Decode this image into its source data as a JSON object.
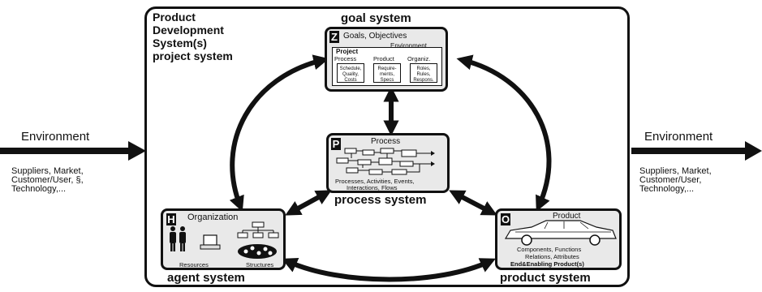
{
  "env_left": {
    "title": "Environment",
    "line1": "Suppliers, Market,",
    "line2": "Customer/User, §,",
    "line3": "Technology,..."
  },
  "env_right": {
    "title": "Environment",
    "line1": "Suppliers, Market,",
    "line2": "Customer/User,",
    "line3": "Technology,..."
  },
  "frame": {
    "title1": "Product",
    "title2": "Development",
    "title3": "System(s)",
    "title4": "project system"
  },
  "goal": {
    "system_label": "goal system",
    "letter": "Z",
    "heading": "Goals, Objectives",
    "environment": "Environment",
    "project": "Project",
    "col_process": "Process",
    "col_product": "Product",
    "col_organiz": "Organiz.",
    "cell1": "Schedule, Quality, Costs",
    "cell2": "Require-ments, Specs",
    "cell3": "Roles, Rules, Respons."
  },
  "process": {
    "system_label": "process system",
    "letter": "P",
    "heading": "Process",
    "caption1": "Processes, Activities, Events,",
    "caption2": "Interactions, Flows"
  },
  "agent": {
    "system_label": "agent system",
    "letter": "H",
    "heading": "Organization",
    "resources": "Resources",
    "structures": "Structures"
  },
  "product": {
    "system_label": "product system",
    "letter": "O",
    "heading": "Product",
    "caption1": "Components, Functions",
    "caption2": "Relations, Attributes",
    "caption3": "End&Enabling Product(s)"
  },
  "colors": {
    "ink": "#111111",
    "panel": "#e9e9e9",
    "paper": "#ffffff"
  }
}
